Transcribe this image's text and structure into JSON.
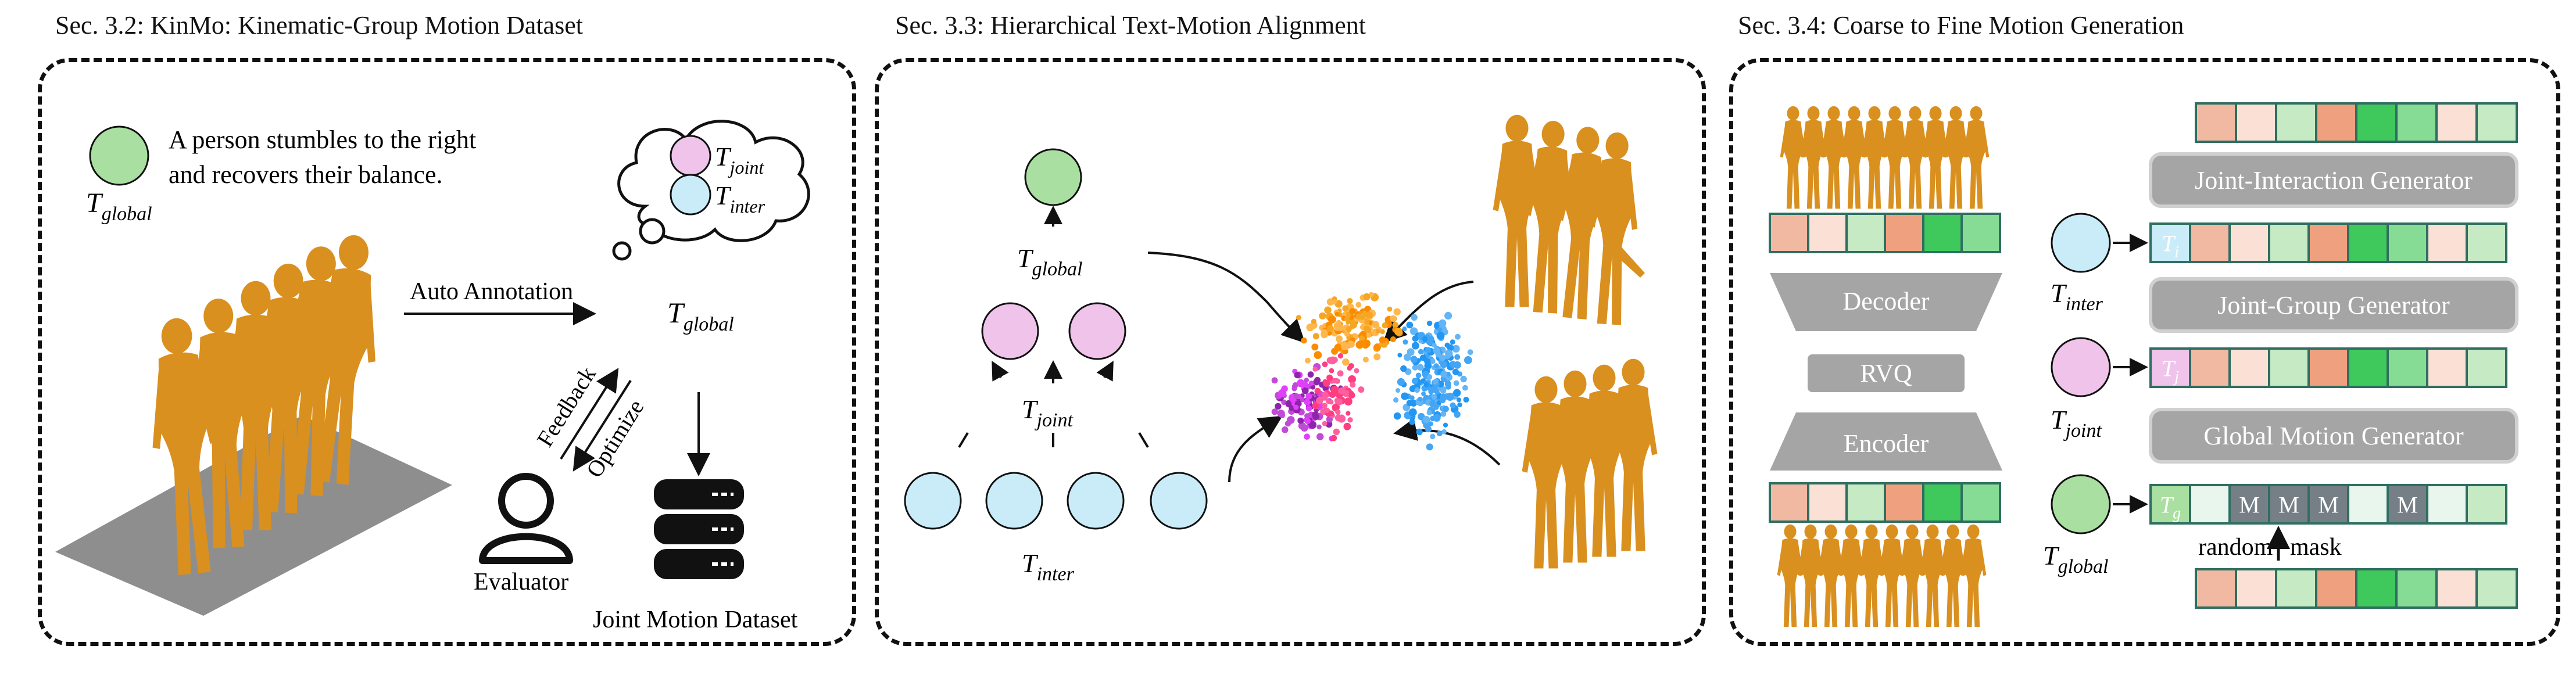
{
  "sections": [
    {
      "title": "Sec. 3.2: KinMo: Kinematic-Group Motion Dataset"
    },
    {
      "title": "Sec. 3.3: Hierarchical Text-Motion Alignment"
    },
    {
      "title": "Sec. 3.4: Coarse to Fine Motion Generation"
    }
  ],
  "panel1": {
    "t_global": {
      "base": "T",
      "sub": "global"
    },
    "caption_line1": "A person stumbles to the right",
    "caption_line2": "and recovers their balance.",
    "thought": {
      "t_joint": {
        "base": "T",
        "sub": "joint"
      },
      "t_inter": {
        "base": "T",
        "sub": "inter"
      }
    },
    "auto_annotation": "Auto Annotation",
    "t_global_mid": {
      "base": "T",
      "sub": "global"
    },
    "feedback": "Feedback",
    "optimize": "Optimize",
    "evaluator": "Evaluator",
    "dataset": "Joint Motion Dataset"
  },
  "panel2": {
    "t_global": {
      "base": "T",
      "sub": "global"
    },
    "t_joint": {
      "base": "T",
      "sub": "joint"
    },
    "t_inter": {
      "base": "T",
      "sub": "inter"
    }
  },
  "panel3": {
    "decoder": "Decoder",
    "rvq": "RVQ",
    "encoder": "Encoder",
    "joint_interaction_generator": "Joint-Interaction Generator",
    "joint_group_generator": "Joint-Group Generator",
    "global_motion_generator": "Global Motion Generator",
    "t_inter": {
      "base": "T",
      "sub": "inter"
    },
    "t_joint": {
      "base": "T",
      "sub": "joint"
    },
    "t_global": {
      "base": "T",
      "sub": "global"
    },
    "tok_i": {
      "base": "T",
      "sub": "i"
    },
    "tok_j": {
      "base": "T",
      "sub": "j"
    },
    "tok_g": {
      "base": "T",
      "sub": "g"
    },
    "mask_token": "M",
    "random": "random",
    "mask": "mask"
  },
  "colors": {
    "node_green": "#a9dfa0",
    "node_pink": "#efc3ea",
    "node_blue": "#c9ecf8",
    "figure_orange": "#d9901f",
    "grey_box": "#a5a5a5",
    "token_border": "#2f6e60"
  }
}
